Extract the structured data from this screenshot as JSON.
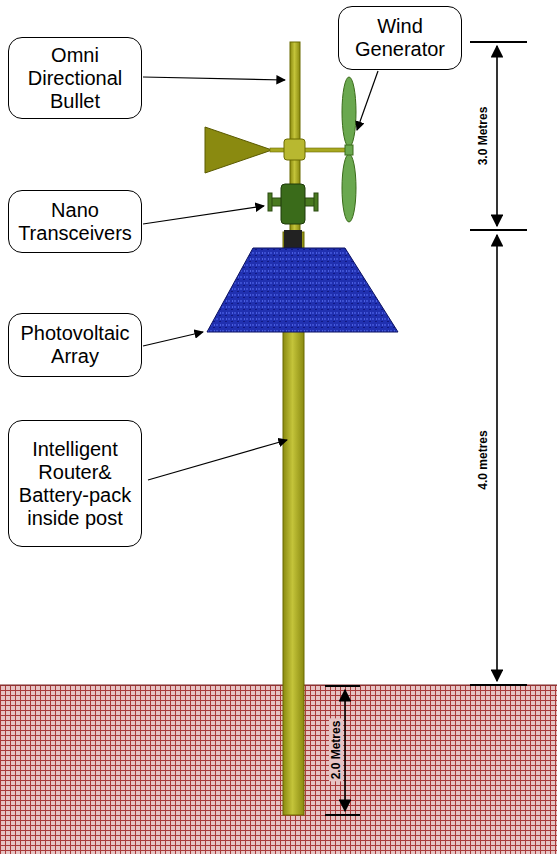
{
  "diagram": {
    "nodes": [
      {
        "text": [
          "Omni Directional Bullet"
        ]
      },
      {
        "text": [
          "Wind Generator"
        ]
      },
      {
        "text": [
          "Nano Transceivers"
        ]
      },
      {
        "text": [
          "Photovoltaic Array"
        ]
      },
      {
        "text": [
          "Intelligent Router& Battery-pack inside post"
        ]
      }
    ],
    "labels": [
      "3.0 Metres",
      "4.0 metres",
      "2.0 Metres"
    ]
  }
}
